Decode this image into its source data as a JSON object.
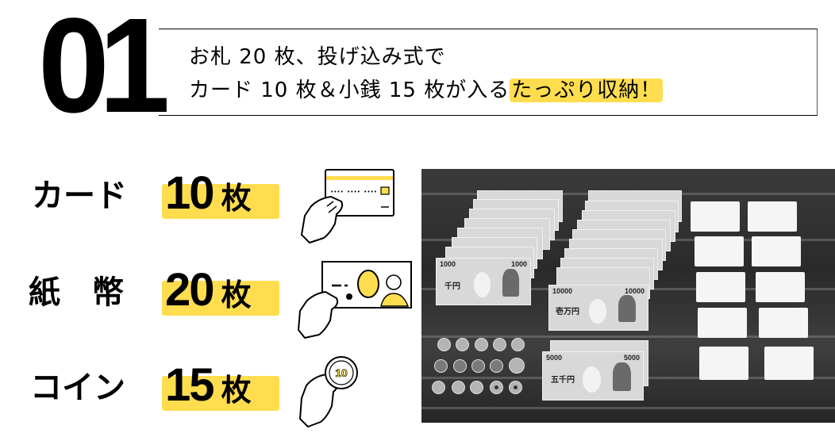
{
  "header": {
    "number": "01",
    "line1": "お札 20 枚、投げ込み式で",
    "line2_plain": "カード 10 枚＆小銭 15 枚が入る",
    "line2_highlight": "たっぷり収納！"
  },
  "items": [
    {
      "label": "カード",
      "count": "10",
      "unit": "枚",
      "icon": "hand-holding-card-icon"
    },
    {
      "label": "紙　幣",
      "count": "20",
      "unit": "枚",
      "icon": "hand-holding-bill-icon"
    },
    {
      "label": "コイン",
      "count": "15",
      "unit": "枚",
      "icon": "hand-holding-coin-icon"
    }
  ],
  "coin_icon_value": "10",
  "photo": {
    "description": "Photo of 10 cards, 20 bills and 15 coins laid out on a wooden table",
    "bills_1000": "1000",
    "bills_10000": "10000",
    "bills_5000": "5000",
    "bill_1000_name": "千円",
    "bill_10000_name": "壱万円",
    "bill_5000_name": "五千円"
  },
  "colors": {
    "accent": "#ffdd4f",
    "text": "#000000"
  }
}
